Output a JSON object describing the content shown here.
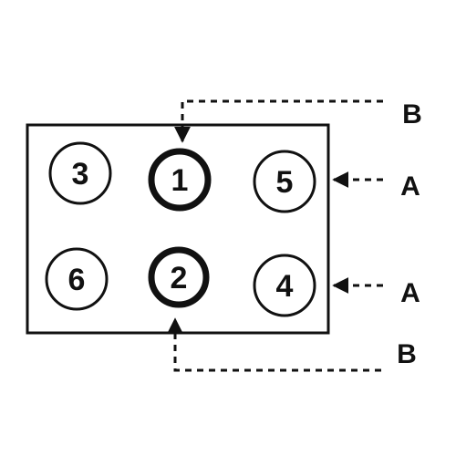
{
  "diagram": {
    "colors": {
      "ink": "#111111",
      "background": "#ffffff"
    },
    "holes": [
      {
        "label": "3",
        "emphasized": false
      },
      {
        "label": "1",
        "emphasized": true
      },
      {
        "label": "5",
        "emphasized": false
      },
      {
        "label": "6",
        "emphasized": false
      },
      {
        "label": "2",
        "emphasized": true
      },
      {
        "label": "4",
        "emphasized": false
      }
    ],
    "callouts": {
      "b_top": "B",
      "a_upper": "A",
      "a_lower": "A",
      "b_bottom": "B"
    }
  }
}
